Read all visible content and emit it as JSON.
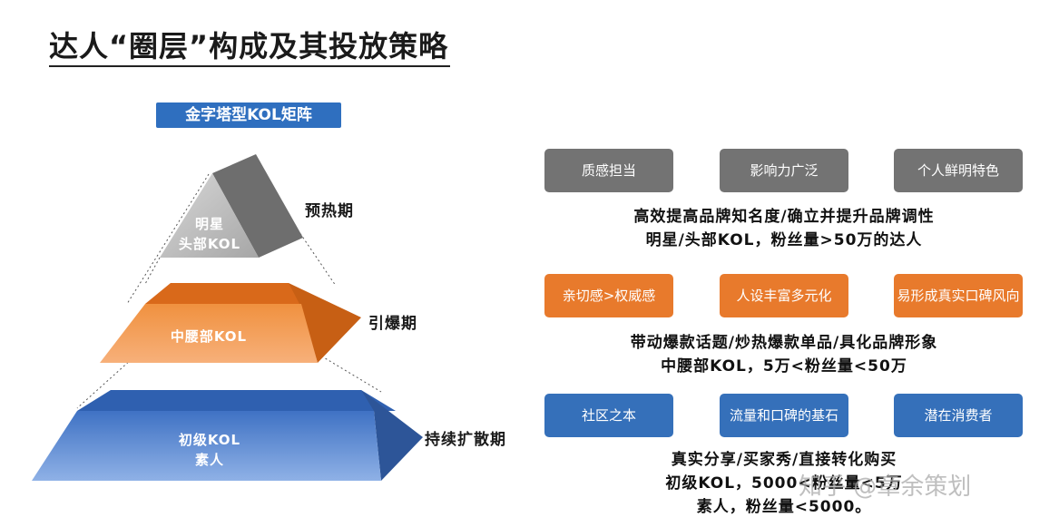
{
  "title": "达人“圈层”构成及其投放策略",
  "pyramid": {
    "label": "金字塔型KOL矩阵",
    "tiers": [
      {
        "line1": "明星",
        "line2": "头部KOL",
        "phase": "预热期"
      },
      {
        "line1": "中腰部KOL",
        "line2": "",
        "phase": "引爆期"
      },
      {
        "line1": "初级KOL",
        "line2": "素人",
        "phase": "持续扩散期"
      }
    ]
  },
  "groups": [
    {
      "tags": [
        "质感担当",
        "影响力广泛",
        "个人鲜明特色"
      ],
      "desc1": "高效提高品牌知名度/确立并提升品牌调性",
      "desc2": "明星/头部KOL，粉丝量>50万的达人",
      "desc3": ""
    },
    {
      "tags": [
        "亲切感>权威感",
        "人设丰富多元化",
        "易形成真实口碑风向"
      ],
      "desc1": "带动爆款话题/炒热爆款单品/具化品牌形象",
      "desc2": "中腰部KOL，5万<粉丝量<50万",
      "desc3": ""
    },
    {
      "tags": [
        "社区之本",
        "流量和口碑的基石",
        "潜在消费者"
      ],
      "desc1": "真实分享/买家秀/直接转化购买",
      "desc2": "初级KOL，5000<粉丝量<5万",
      "desc3": "素人，粉丝量<5000。"
    }
  ],
  "colors": {
    "gray": "#737373",
    "orange": "#e87a2c",
    "blue": "#3570ba",
    "label_blue": "#2f6fbf"
  },
  "watermark": "知乎 @章余策划"
}
